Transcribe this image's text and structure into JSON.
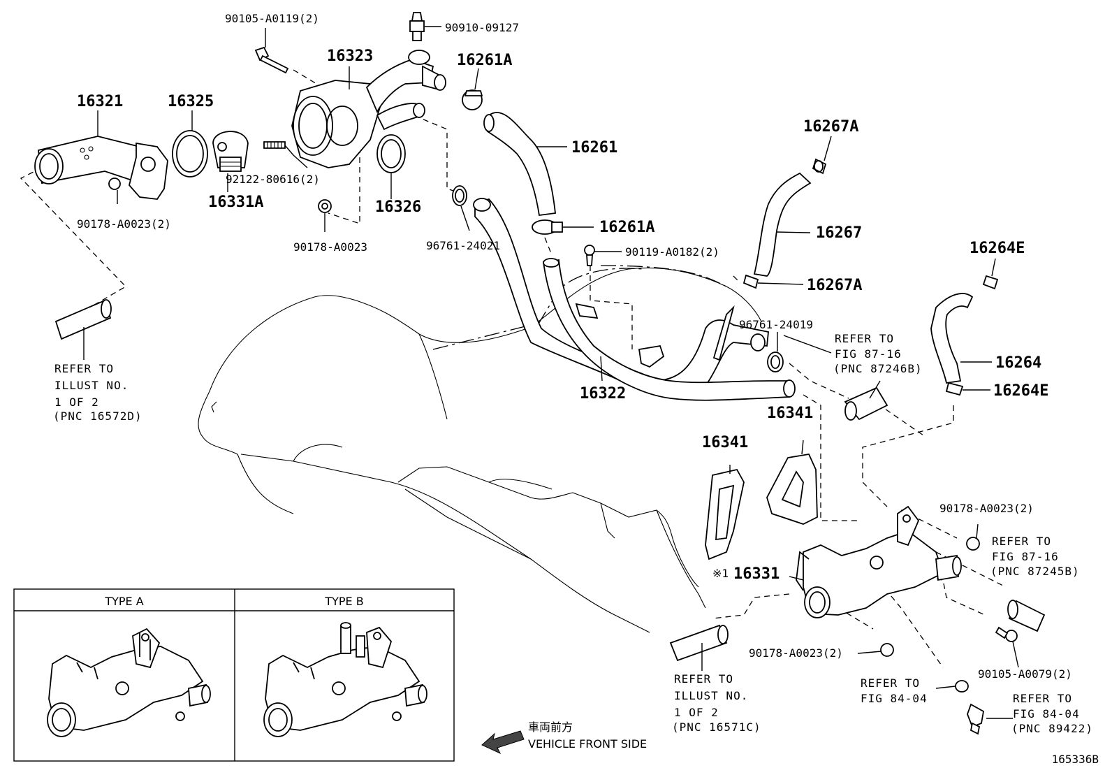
{
  "labels": {
    "p90105_a0119": "90105-A0119(2)",
    "p90910_09127": "90910-09127",
    "p16323": "16323",
    "p16261a_top": "16261A",
    "p16321": "16321",
    "p16325": "16325",
    "p16261": "16261",
    "p16267a_top": "16267A",
    "p92122": "92122-80616(2)",
    "p16331a": "16331A",
    "p16326": "16326",
    "p90178_a0023_2_left": "90178-A0023(2)",
    "p90178_a0023": "90178-A0023",
    "p96761_24021": "96761-24021",
    "p16261a_mid": "16261A",
    "p16267": "16267",
    "p90119_a0182": "90119-A0182(2)",
    "p16264e_top": "16264E",
    "p16267a_mid": "16267A",
    "p96761_24019": "96761-24019",
    "p16264": "16264",
    "p16322": "16322",
    "p16264e_mid": "16264E",
    "p16341_right": "16341",
    "p16341_left": "16341",
    "p90178_a0023_2_right": "90178-A0023(2)",
    "p16331": "16331",
    "p16331_mark": "※1",
    "p90178_a0023_2_bottom": "90178-A0023(2)",
    "p90105_a0079": "90105-A0079(2)",
    "note_mark": "※1"
  },
  "refs": {
    "left": [
      "REFER TO",
      "ILLUST NO.",
      "1 OF 2",
      "(PNC 16572D)"
    ],
    "fig87_16_top": [
      "REFER TO",
      "FIG 87-16",
      "(PNC 87246B)"
    ],
    "fig87_16_right": [
      "REFER TO",
      "FIG 87-16",
      "(PNC 87245B)"
    ],
    "bottom_center": [
      "REFER TO",
      "ILLUST NO.",
      "1 OF 2",
      "(PNC 16571C)"
    ],
    "fig84_04_a": [
      "REFER TO",
      "FIG 84-04"
    ],
    "fig84_04_b": [
      "REFER TO",
      "FIG 84-04",
      "(PNC 89422)"
    ]
  },
  "inset": {
    "type_a": "TYPE A",
    "type_b": "TYPE B"
  },
  "front": {
    "jp": "車両前方",
    "en": "VEHICLE FRONT SIDE"
  },
  "figure_id": "165336B"
}
